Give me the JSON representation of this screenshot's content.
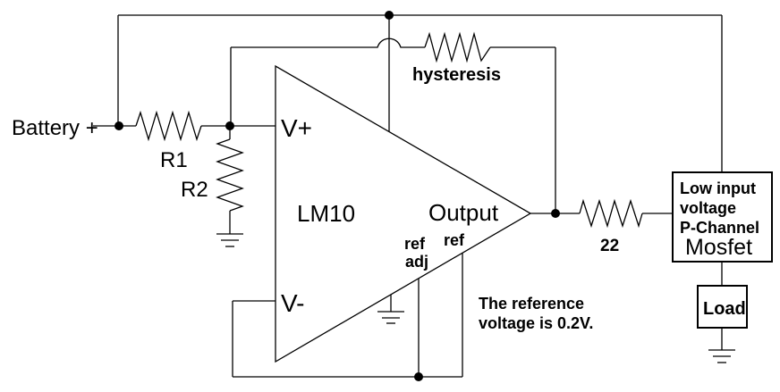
{
  "labels": {
    "battery": "Battery +",
    "r1": "R1",
    "r2": "R2",
    "v_plus": "V+",
    "v_minus": "V-",
    "opamp": "LM10",
    "output": "Output",
    "hysteresis": "hysteresis",
    "ref_adj_line1": "ref",
    "ref_adj_line2": "adj",
    "ref": "ref",
    "gate_resistor_value": "22",
    "mosfet_line1": "Low input",
    "mosfet_line2": "voltage",
    "mosfet_line3": "P-Channel",
    "mosfet_line4": "Mosfet",
    "load": "Load",
    "note_line1": "The reference",
    "note_line2": "voltage is 0.2V."
  },
  "colors": {
    "line": "#000000",
    "background": "#ffffff"
  }
}
